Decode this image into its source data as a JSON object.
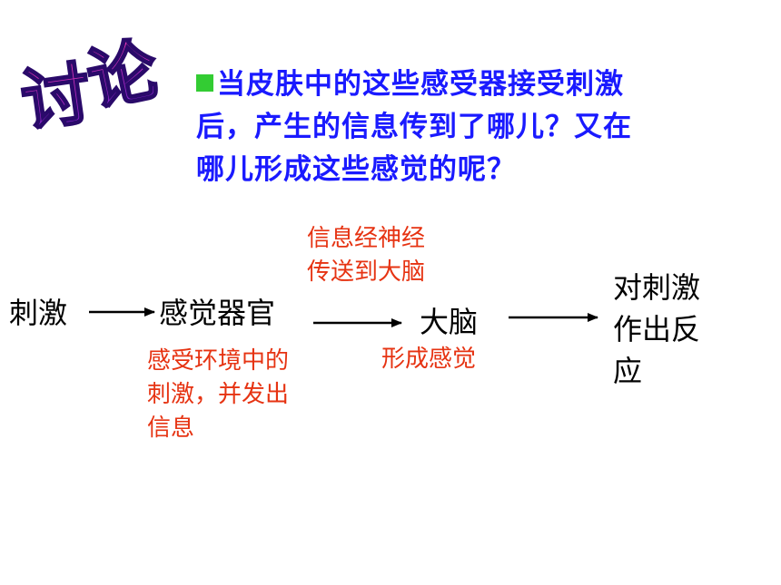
{
  "title_art": {
    "text_1": "讨",
    "text_2": "论"
  },
  "question": {
    "line_1": "当皮肤中的这些感受器接受刺激",
    "line_2": "后，产生的信息传到了哪儿？又在",
    "line_3": "哪儿形成这些感觉的呢？"
  },
  "flow": {
    "stimulus": "刺激",
    "sense_organ": "感觉器官",
    "sense_organ_note_1": "感受环境中的",
    "sense_organ_note_2": "刺激，并发出",
    "sense_organ_note_3": "信息",
    "nerve_note_1": "信息经神经",
    "nerve_note_2": "传送到大脑",
    "brain": "大脑",
    "brain_note": "形成感觉",
    "response_1": "对刺激",
    "response_2": "作出反",
    "response_3": "应"
  },
  "colors": {
    "question": "#1a1aff",
    "note": "#e63312",
    "bullet": "#33cc33"
  }
}
